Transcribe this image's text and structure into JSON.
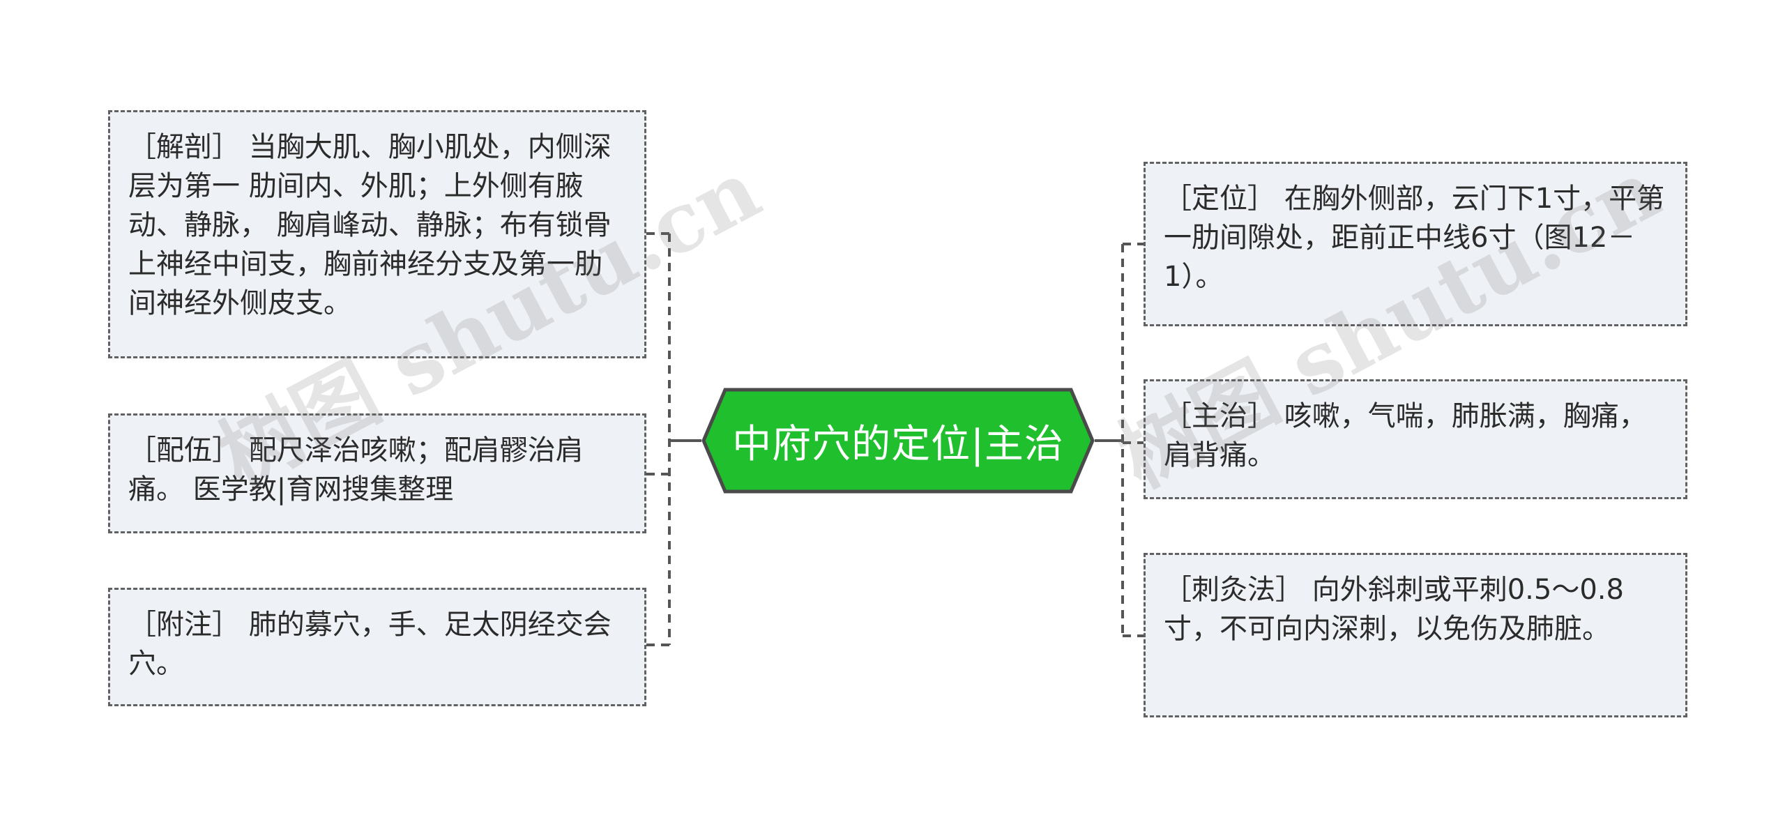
{
  "center": {
    "title": "中府穴的定位|主治",
    "fill": "#1fbf2e",
    "stroke": "#4a4a4a"
  },
  "colors": {
    "node_bg": "#eef1f5",
    "node_border": "#616161",
    "connector": "#555555",
    "text": "#2b2b2b"
  },
  "left_nodes": [
    {
      "tag": "［解剖］",
      "text": " 当胸大肌、胸小肌处，内侧深层为第一 肋间内、外肌；上外侧有腋动、静脉， 胸肩峰动、静脉；布有锁骨上神经中间支，胸前神经分支及第一肋间神经外侧皮支。"
    },
    {
      "tag": "［配伍］",
      "text": " 配尺泽治咳嗽；配肩髎治肩痛。 医学教|育网搜集整理"
    },
    {
      "tag": "［附注］",
      "text": " 肺的募穴，手、足太阴经交会穴。"
    }
  ],
  "right_nodes": [
    {
      "tag": "［定位］",
      "text": " 在胸外侧部，云门下1寸，平第一肋间隙处，距前正中线6寸（图12－1）。"
    },
    {
      "tag": "［主治］",
      "text": " 咳嗽，气喘，肺胀满，胸痛，肩背痛。"
    },
    {
      "tag": "［刺灸法］",
      "text": " 向外斜刺或平刺0.5～0.8寸，不可向内深刺，以免伤及肺脏。"
    }
  ],
  "watermarks": [
    "树图 shutu.cn",
    "树图 shutu.cn"
  ]
}
